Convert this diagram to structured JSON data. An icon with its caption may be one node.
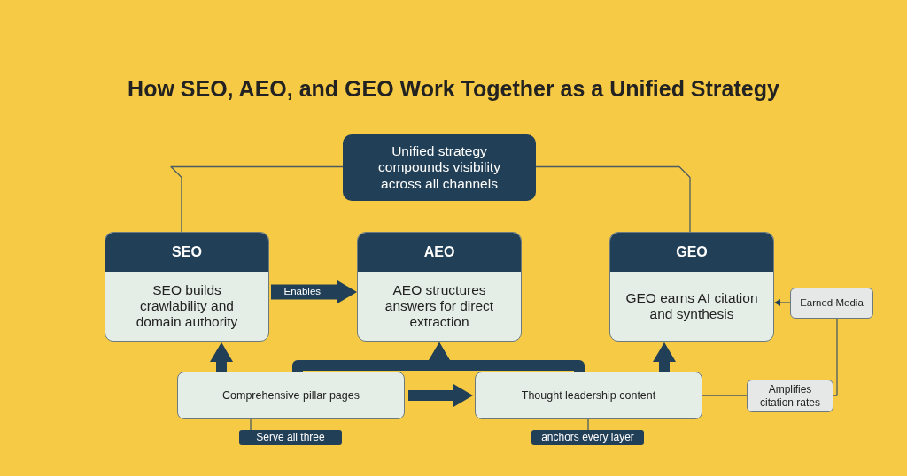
{
  "diagram": {
    "title": "How SEO, AEO, and GEO Work Together as a Unified Strategy",
    "nodes": [
      {
        "text": [
          "Unified strategy compounds visibility across all channels"
        ]
      },
      {
        "text": [
          "SEO",
          "SEO builds crawlability and domain authority"
        ]
      },
      {
        "text": [
          "AEO",
          "AEO structures answers for direct extraction"
        ]
      },
      {
        "text": [
          "GEO",
          "GEO earns AI citation and synthesis"
        ]
      },
      {
        "text": [
          "Earned Media"
        ]
      },
      {
        "text": [
          "Comprehensive pillar pages"
        ]
      },
      {
        "text": [
          "Thought leadership content"
        ]
      },
      {
        "text": [
          "Amplifies citation rates"
        ]
      },
      {
        "text": [
          "Serve all three"
        ]
      },
      {
        "text": [
          "anchors every layer"
        ]
      }
    ],
    "edges": [
      {
        "from": 0,
        "to": 1,
        "arrow": "none"
      },
      {
        "from": 0,
        "to": 3,
        "arrow": "none"
      },
      {
        "from": 1,
        "to": 2,
        "arrow": "to",
        "style": "thick",
        "label": "Enables"
      },
      {
        "from": 4,
        "to": 3,
        "arrow": "to"
      },
      {
        "from": 5,
        "to": 1,
        "arrow": "to",
        "style": "thick"
      },
      {
        "from": 5,
        "to": 2,
        "arrow": "to",
        "style": "thick"
      },
      {
        "from": 6,
        "to": 2,
        "arrow": "to",
        "style": "thick"
      },
      {
        "from": 6,
        "to": 3,
        "arrow": "to",
        "style": "thick"
      },
      {
        "from": 5,
        "to": 6,
        "arrow": "to",
        "style": "thick"
      },
      {
        "from": 6,
        "to": 7,
        "arrow": "none"
      },
      {
        "from": 7,
        "to": 4,
        "arrow": "none"
      },
      {
        "from": 5,
        "to": 8,
        "arrow": "none"
      },
      {
        "from": 6,
        "to": 9,
        "arrow": "none"
      }
    ]
  }
}
